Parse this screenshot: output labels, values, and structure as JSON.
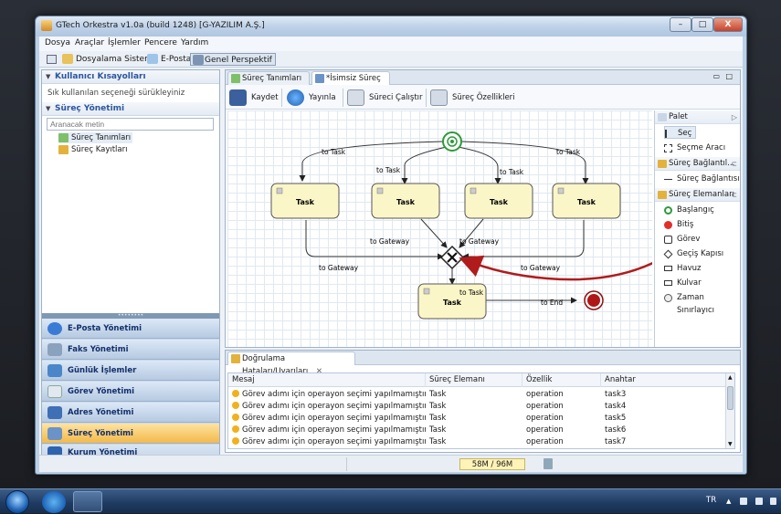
{
  "window": {
    "title": "GTech Orkestra v1.0a (build 1248) [G-YAZILIM A.Ş.]",
    "controls": {
      "minimize": "–",
      "maximize": "□",
      "close": "X"
    }
  },
  "menu": [
    "Dosya",
    "Araçlar",
    "İşlemler",
    "Pencere",
    "Yardım"
  ],
  "perspective_bar": {
    "items": [
      "Dosyalama Sistemi",
      "E-Posta",
      "Genel Perspektif"
    ]
  },
  "left_panel": {
    "shortcuts_header": "Kullanıcı Kısayolları",
    "shortcuts_hint": "Sık kullanılan seçeneği sürükleyiniz",
    "process_header": "Süreç Yönetimi",
    "search_placeholder": "Aranacak metin",
    "tree": [
      "Süreç Tanımları",
      "Süreç Kayıtları"
    ],
    "grip": "••••••••",
    "nav": [
      "E-Posta Yönetimi",
      "Faks Yönetimi",
      "Günlük İşlemler",
      "Görev Yönetimi",
      "Adres Yönetimi",
      "Süreç Yönetimi",
      "Kurum Yönetimi"
    ],
    "nav_selected_index": 5
  },
  "editor": {
    "tabs": [
      {
        "label": "Süreç Tanımları",
        "active": false,
        "closable": false
      },
      {
        "label": "*İsimsiz Süreç",
        "active": true,
        "closable": true
      }
    ],
    "toolbar": [
      "Kaydet",
      "Yayınla",
      "Süreci Çalıştır",
      "Süreç Özellikleri"
    ]
  },
  "diagram": {
    "tasks": [
      "Task",
      "Task",
      "Task",
      "Task",
      "Task"
    ],
    "edge_labels": [
      "to Task",
      "to Task",
      "to Task",
      "to Task",
      "to Gateway",
      "to Gateway",
      "to Gateway",
      "to Gateway",
      "to Task",
      "to End"
    ]
  },
  "palette": {
    "header": "Palet",
    "tools": [
      "Seç",
      "Seçme Aracı"
    ],
    "connections_header": "Süreç Bağlantıl...",
    "connections": [
      "Süreç Bağlantısı"
    ],
    "elements_header": "Süreç Elemanları",
    "elements": [
      "Başlangıç",
      "Bitiş",
      "Görev",
      "Geçiş Kapısı",
      "Havuz",
      "Kulvar",
      "Zaman Sınırlayıcı"
    ]
  },
  "problems": {
    "tab": "Doğrulama Hataları/Uyarıları",
    "columns": [
      "Mesaj",
      "Süreç Elemanı",
      "Özellik",
      "Anahtar"
    ],
    "rows": [
      {
        "message": "Görev adımı için operayon seçimi yapılmamıştır.",
        "element": "Task",
        "property": "operation",
        "key": "task3"
      },
      {
        "message": "Görev adımı için operayon seçimi yapılmamıştır.",
        "element": "Task",
        "property": "operation",
        "key": "task4"
      },
      {
        "message": "Görev adımı için operayon seçimi yapılmamıştır.",
        "element": "Task",
        "property": "operation",
        "key": "task5"
      },
      {
        "message": "Görev adımı için operayon seçimi yapılmamıştır.",
        "element": "Task",
        "property": "operation",
        "key": "task6"
      },
      {
        "message": "Görev adımı için operayon seçimi yapılmamıştır.",
        "element": "Task",
        "property": "operation",
        "key": "task7"
      }
    ]
  },
  "status": {
    "memory": "58M / 96M"
  },
  "taskbar": {
    "language": "TR"
  },
  "colors": {
    "accent_nav_selected": "#f4b94a",
    "start_event": "#2e9a3a",
    "end_event": "#b01818",
    "task_fill": "#fbf6c8",
    "annotation_arrow": "#b01c1c"
  }
}
